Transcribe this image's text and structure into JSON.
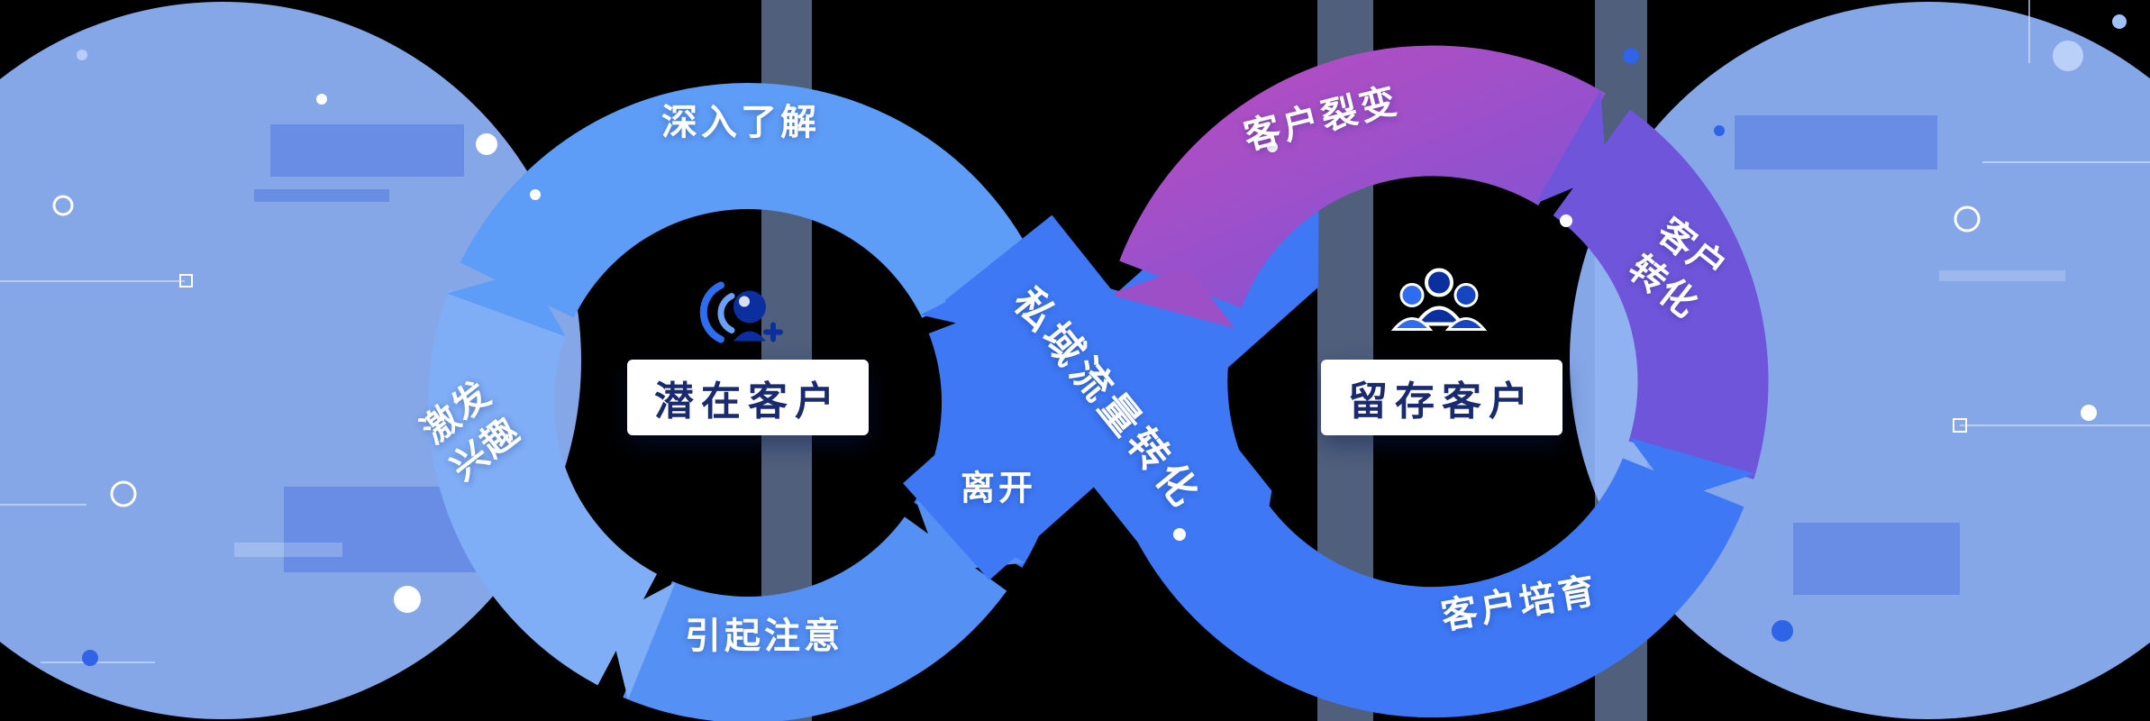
{
  "colors": {
    "background": "#000000",
    "big_circle": "#8cb0f4",
    "bar": "rgba(158,190,248,0.5)",
    "glitch": "rgba(70,110,225,0.45)",
    "ring_top_blue": "#5e9df7",
    "ring_left_blue": "#7fadf6",
    "ring_bottom_blue": "#5590f5",
    "ring_deep_blue": "#3e78f4",
    "purple_start": "#b04ec3",
    "purple_mid": "#9c4fc6",
    "purple_end": "#7d53d6",
    "violet": "#6f55da",
    "accent_dot_blue": "#2f63e8",
    "center_text": "#1a2a6e"
  },
  "left_loop": {
    "center_label": "潜在客户",
    "segments": {
      "top": "深入了解",
      "left": "激发兴趣",
      "bottom": "引起注意"
    }
  },
  "crossover": {
    "conversion_label": "私域流量转化",
    "exit_label": "离开"
  },
  "right_loop": {
    "center_label": "留存客户",
    "segments": {
      "top": "客户裂变",
      "right": "客户转化",
      "bottom": "客户培育"
    }
  },
  "icons": {
    "left": "attract-customer-icon",
    "right": "customer-group-icon"
  }
}
